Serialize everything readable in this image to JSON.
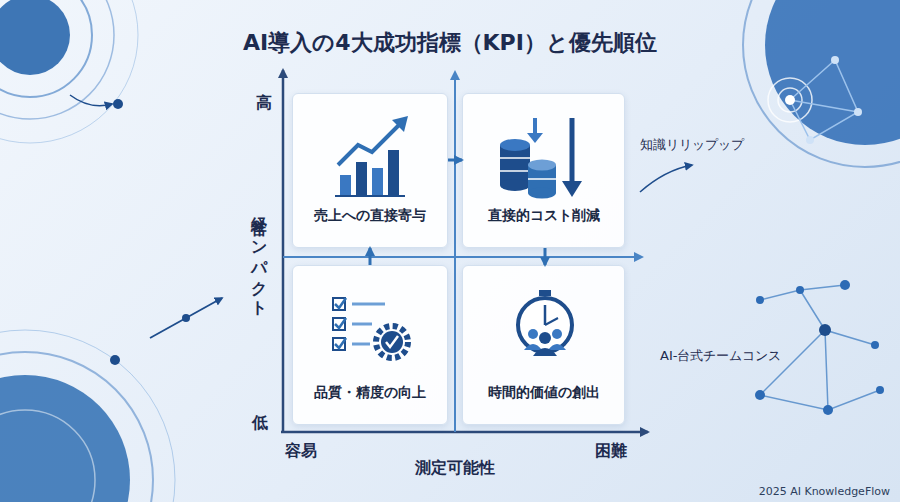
{
  "diagram": {
    "title": "AI導入の4大成功指標（KPI）と優先順位",
    "nodes": [
      {
        "text": [
          "売上への直接寄与"
        ]
      },
      {
        "text": [
          "直接的コスト削減"
        ]
      },
      {
        "text": [
          "品質・精度の向上"
        ]
      },
      {
        "text": [
          "時間的価値の創出"
        ]
      }
    ],
    "edges": [
      {
        "from": 0,
        "to": 1,
        "arrow": "to"
      },
      {
        "from": 1,
        "to": 3,
        "arrow": "to"
      },
      {
        "from": 2,
        "to": 0,
        "arrow": "to"
      }
    ],
    "labels": [
      "高",
      "低",
      "経営インパクト",
      "容易",
      "困難",
      "測定可能性",
      "知識リリップップ",
      "AI-台式チームコンス",
      "2025 AI KnowledgeFlow"
    ]
  }
}
